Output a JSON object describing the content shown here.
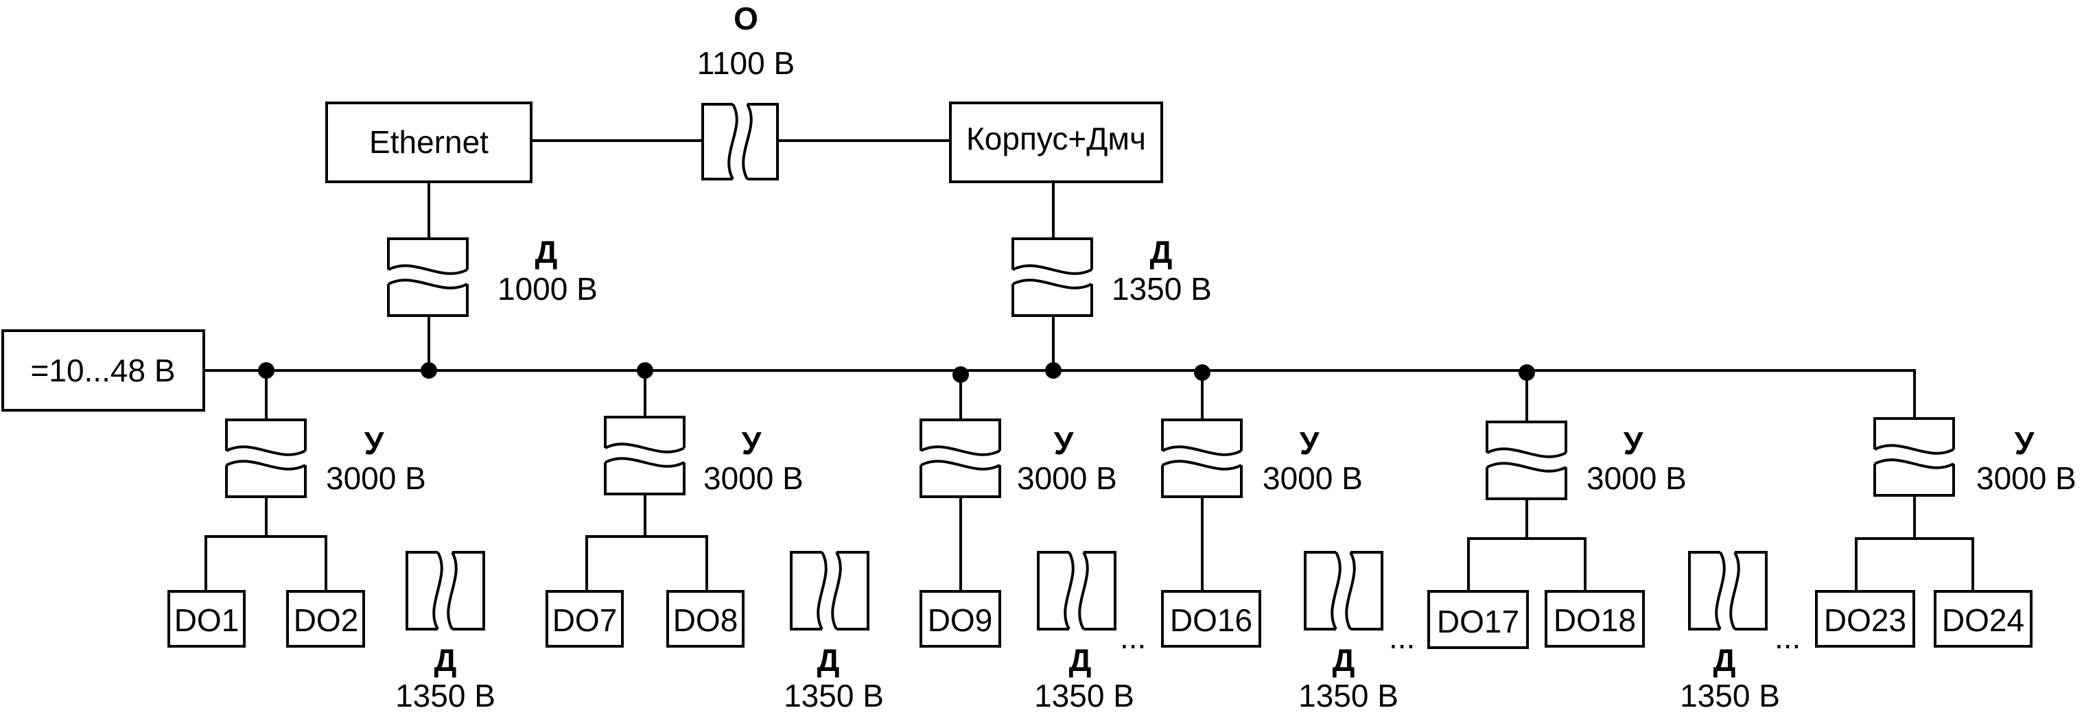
{
  "blocks": {
    "ethernet": "Ethernet",
    "housing": "Корпус+Дмч",
    "power": "=10...48 В"
  },
  "insulation": {
    "basic": {
      "code": "О",
      "voltage": "1100 В"
    },
    "ethernet_bus": {
      "code": "Д",
      "voltage": "1000 В"
    },
    "housing_bus": {
      "code": "Д",
      "voltage": "1350 В"
    },
    "reinforced": [
      {
        "code": "У",
        "voltage": "3000 В"
      },
      {
        "code": "У",
        "voltage": "3000 В"
      },
      {
        "code": "У",
        "voltage": "3000 В"
      },
      {
        "code": "У",
        "voltage": "3000 В"
      },
      {
        "code": "У",
        "voltage": "3000 В"
      },
      {
        "code": "У",
        "voltage": "3000 В"
      }
    ],
    "between_outputs": [
      {
        "code": "Д",
        "voltage": "1350 В"
      },
      {
        "code": "Д",
        "voltage": "1350 В"
      },
      {
        "code": "Д",
        "voltage": "1350 В"
      },
      {
        "code": "Д",
        "voltage": "1350 В"
      },
      {
        "code": "Д",
        "voltage": "1350 В"
      }
    ]
  },
  "outputs": [
    "DO1",
    "DO2",
    "DO7",
    "DO8",
    "DO9",
    "DO16",
    "DO17",
    "DO18",
    "DO23",
    "DO24"
  ],
  "ellipsis": "..."
}
